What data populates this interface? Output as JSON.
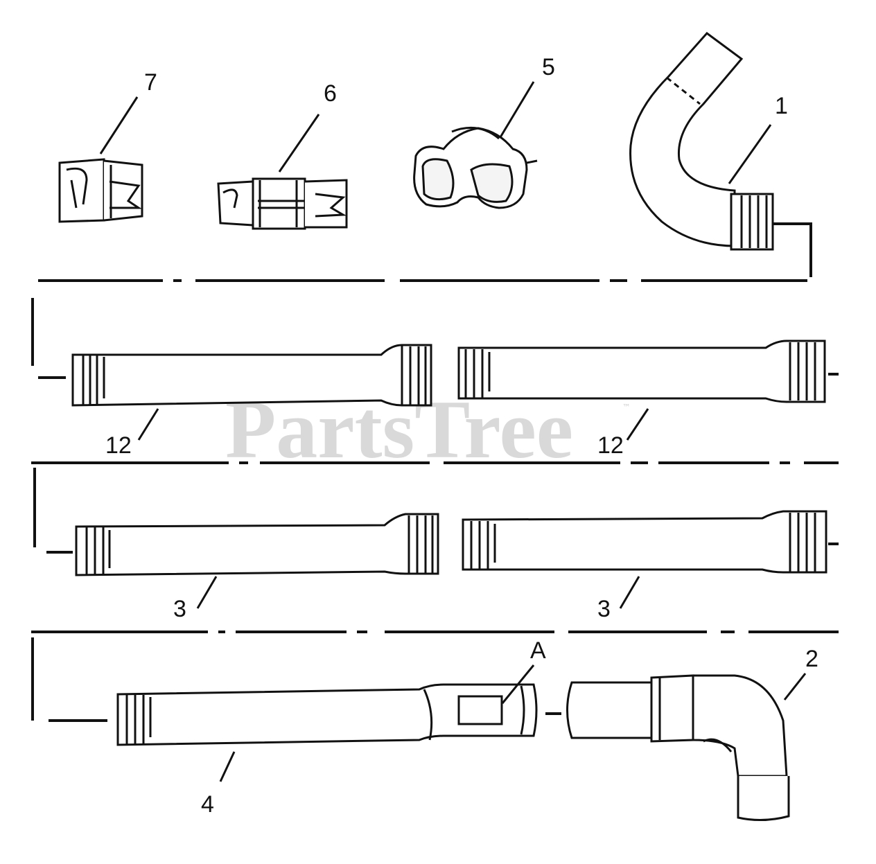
{
  "watermark": {
    "text": "PartsTree",
    "mark": "™"
  },
  "callouts": {
    "part_1": "1",
    "part_2": "2",
    "part_3_left": "3",
    "part_3_right": "3",
    "part_4": "4",
    "part_5": "5",
    "part_6": "6",
    "part_7": "7",
    "part_12_left": "12",
    "part_12_right": "12",
    "ref_a": "A"
  },
  "colors": {
    "line": "#111111",
    "fill": "#ffffff",
    "watermark": "#000000"
  }
}
